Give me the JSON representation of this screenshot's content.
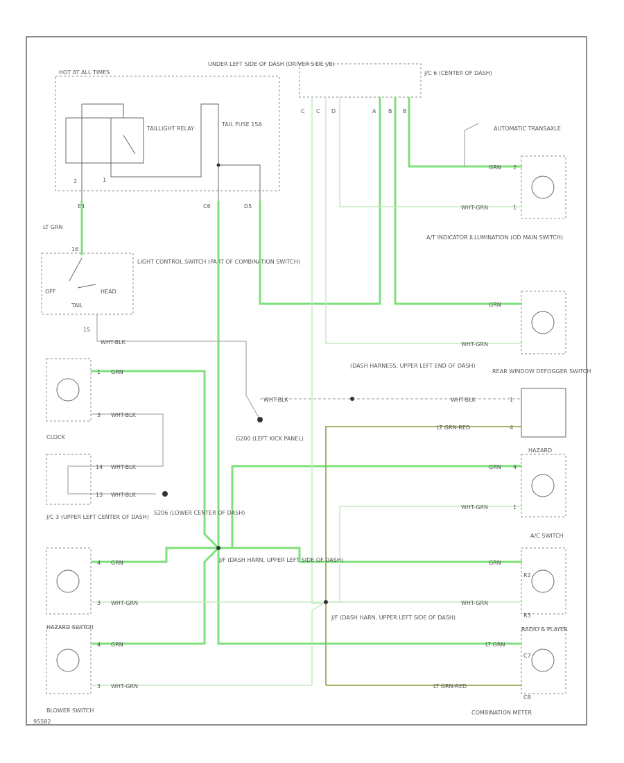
{
  "labels": {
    "under_left_dash": "UNDER LEFT SIDE OF DASH (DRIVER SIDE J/B)",
    "hot_at_all_times": "HOT AT ALL TIMES",
    "taillight_relay": "TAILLIGHT RELAY",
    "tail_fuse": "TAIL FUSE 15A",
    "jc6": "J/C 6 (CENTER OF DASH)",
    "automatic_transaxle": "AUTOMATIC TRANSAXLE",
    "at_indicator": "A/T INDICATOR ILLUMINATION (OD MAIN SWITCH)",
    "light_control_switch": "LIGHT CONTROL SWITCH (PART OF COMBINATION SWITCH)",
    "off": "OFF",
    "tail": "TAIL",
    "head": "HEAD",
    "wire_lt_grn": "LT GRN",
    "dash_harness_upper_left_end": "(DASH HARNESS, UPPER LEFT END OF DASH)",
    "rear_window_defogger": "REAR WINDOW DEFOGGER SWITCH",
    "clock": "CLOCK",
    "g200": "G200 (LEFT KICK PANEL)",
    "hazard": "HAZARD",
    "jc3": "J/C 3 (UPPER LEFT CENTER OF DASH)",
    "s206": "S206 (LOWER CENTER OF DASH)",
    "jf_dash_upper_left": "J/F (DASH HARN, UPPER LEFT SIDE OF DASH)",
    "ac_switch": "A/C SWITCH",
    "jf_dash_upper_left_2": "J/F (DASH HARN, UPPER LEFT SIDE OF DASH)",
    "radio_player": "RADIO & PLAYER",
    "hazard_switch": "HAZARD SWITCH",
    "blower_switch": "BLOWER SWITCH",
    "combination_meter": "COMBINATION METER"
  },
  "pins": {
    "relay_left": "2",
    "relay_right": "1",
    "jb_e4": "E4",
    "jb_c6": "C6",
    "jb_d5": "D5",
    "jc6_left": [
      "C",
      "C",
      "D"
    ],
    "jc6_right": [
      "A",
      "B",
      "B"
    ],
    "lcs_16": "16",
    "lcs_15": "15",
    "clock_pin1": "1",
    "clock_pin2": "3",
    "hazard_pin1": "14",
    "hazard_pin2": "13",
    "sw_pin1": "4",
    "sw_pin2": "3",
    "blower_pin1": "4",
    "blower_pin2": "3",
    "r2": "R2",
    "r3": "R3",
    "c7": "C7",
    "c8": "C8",
    "defog_pin1": "1",
    "defog_pin2": "4",
    "a2": "2",
    "a1": "1",
    "ac_pin1": "4",
    "ac_pin2": "1"
  },
  "wires": {
    "grn": "GRN",
    "wht_grn": "WHT-GRN",
    "wht_blk": "WHT-BLK",
    "lt_grn_red": "LT GRN-RED"
  },
  "figure_id": "95582"
}
